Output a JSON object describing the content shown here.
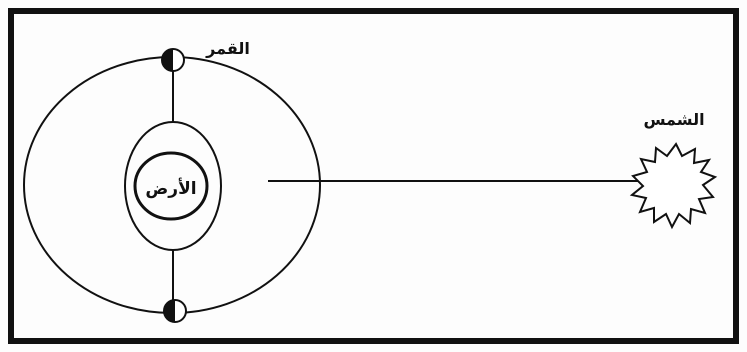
{
  "labels": {
    "earth": "الأرض",
    "moon": "القمر",
    "sun": "الشمس"
  },
  "colors": {
    "ink": "#111111",
    "background": "#fdfdfd"
  },
  "objects": {
    "moon_count": 2,
    "moon_shading": "left half dark, right half light"
  }
}
